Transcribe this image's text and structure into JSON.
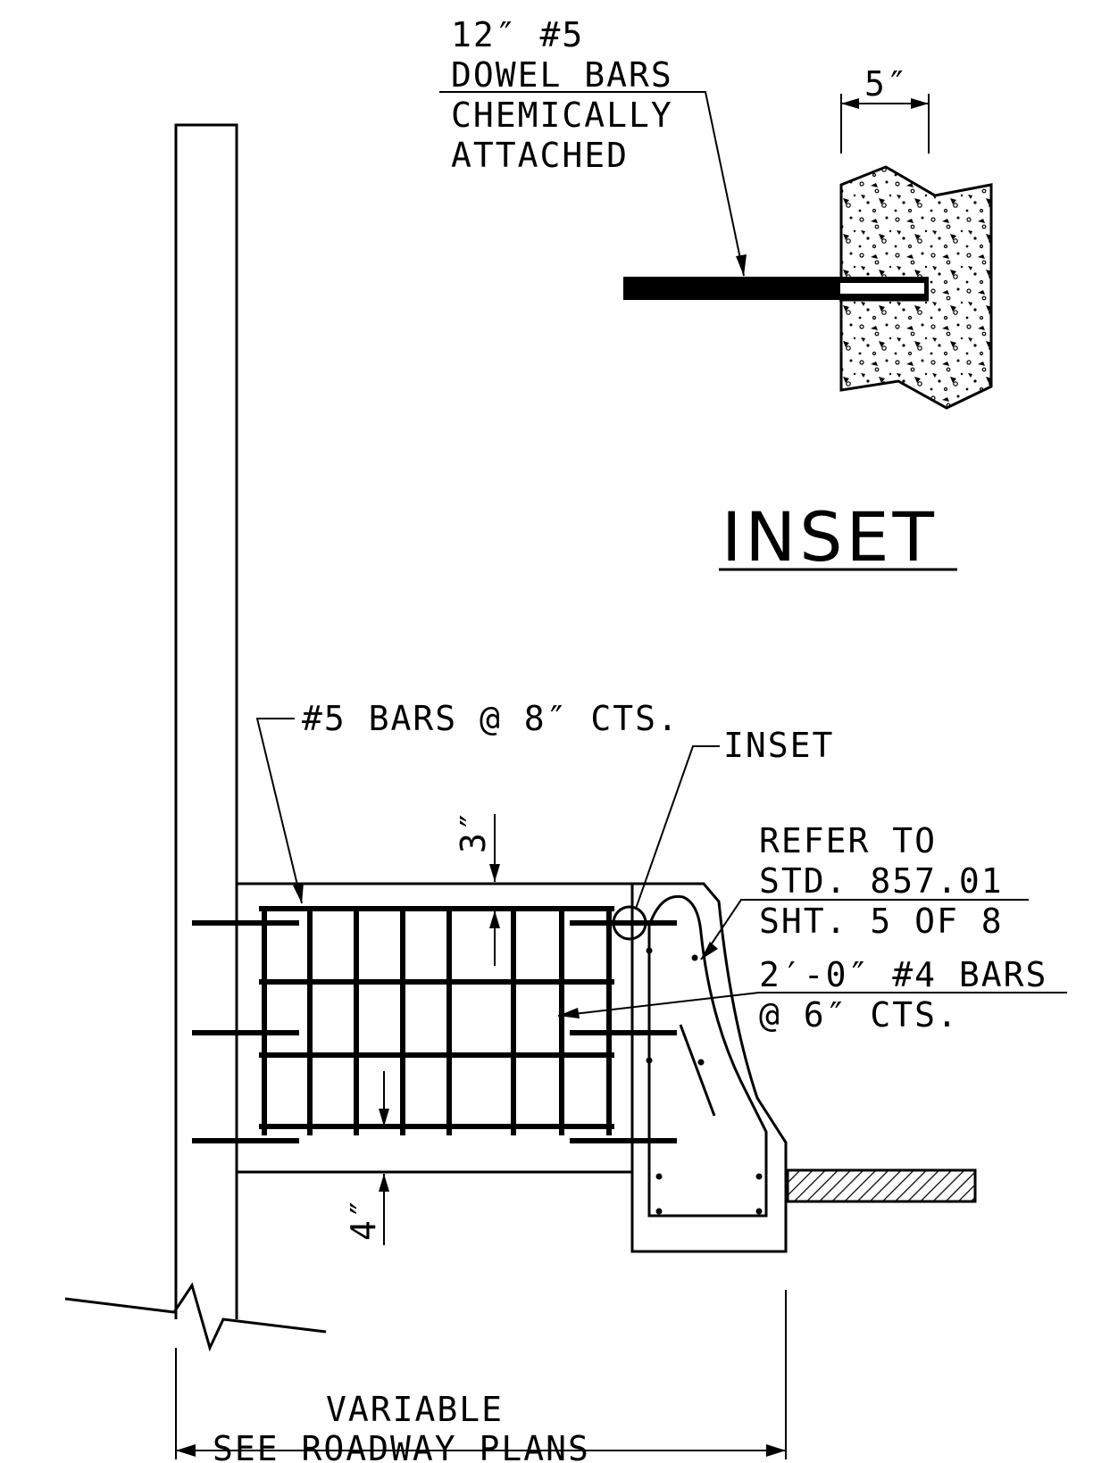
{
  "labels": {
    "dowel_line1": "12″ #5",
    "dowel_line2": "DOWEL BARS",
    "dowel_line3": "CHEMICALLY",
    "dowel_line4": "ATTACHED",
    "inset_dim": "5″",
    "inset_title": "INSET",
    "bars_label": "#5 BARS @ 8″ CTS.",
    "inset_ref": "INSET",
    "refer_line1": "REFER TO",
    "refer_line2": "STD. 857.01",
    "refer_line3": "SHT. 5 OF 8",
    "bars4_line1": "2′-0″ #4 BARS",
    "bars4_line2": "@ 6″ CTS.",
    "top_cover": "3″",
    "bottom_cover": "4″",
    "variable": "VARIABLE",
    "roadway": "SEE ROADWAY PLANS"
  }
}
